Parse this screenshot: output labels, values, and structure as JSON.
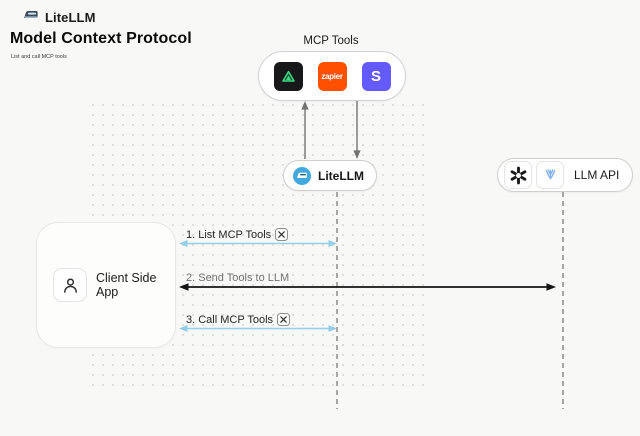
{
  "header": {
    "brand": "LiteLLM",
    "title": "Model Context Protocol",
    "subtitle": "List and call MCP tools"
  },
  "mcp": {
    "label": "MCP Tools",
    "tools": [
      {
        "name": "green-triangle-tool",
        "bg": "#17181a",
        "accent": "#3ddc84"
      },
      {
        "name": "zapier",
        "label": "zapier",
        "bg": "#ff4f00"
      },
      {
        "name": "stripe",
        "label": "S",
        "bg": "#635bff"
      }
    ]
  },
  "nodes": {
    "litellm": {
      "label": "LiteLLM"
    },
    "llm_api": {
      "label": "LLM API"
    },
    "client": {
      "label": "Client Side App"
    }
  },
  "sequence": [
    {
      "label": "1. List MCP Tools",
      "icon": "crossed-tools-icon",
      "arrow_color": "#93cfe9",
      "direction": "both"
    },
    {
      "label": "2. Send Tools to LLM",
      "arrow_color": "#151515",
      "direction": "both"
    },
    {
      "label": "3. Call MCP Tools",
      "icon": "crossed-tools-icon",
      "arrow_color": "#93cfe9",
      "direction": "both"
    }
  ],
  "colors": {
    "background": "#f8f8f7",
    "blue_arrow": "#93cfe9",
    "litellm_blue": "#42a9de",
    "zapier_orange": "#ff4f00",
    "stripe_purple": "#635bff",
    "tool_green": "#3ddc84",
    "text_dark": "#1c1c1c",
    "text_gray": "#72726e",
    "lifeline_gray": "#a6a6a3"
  }
}
